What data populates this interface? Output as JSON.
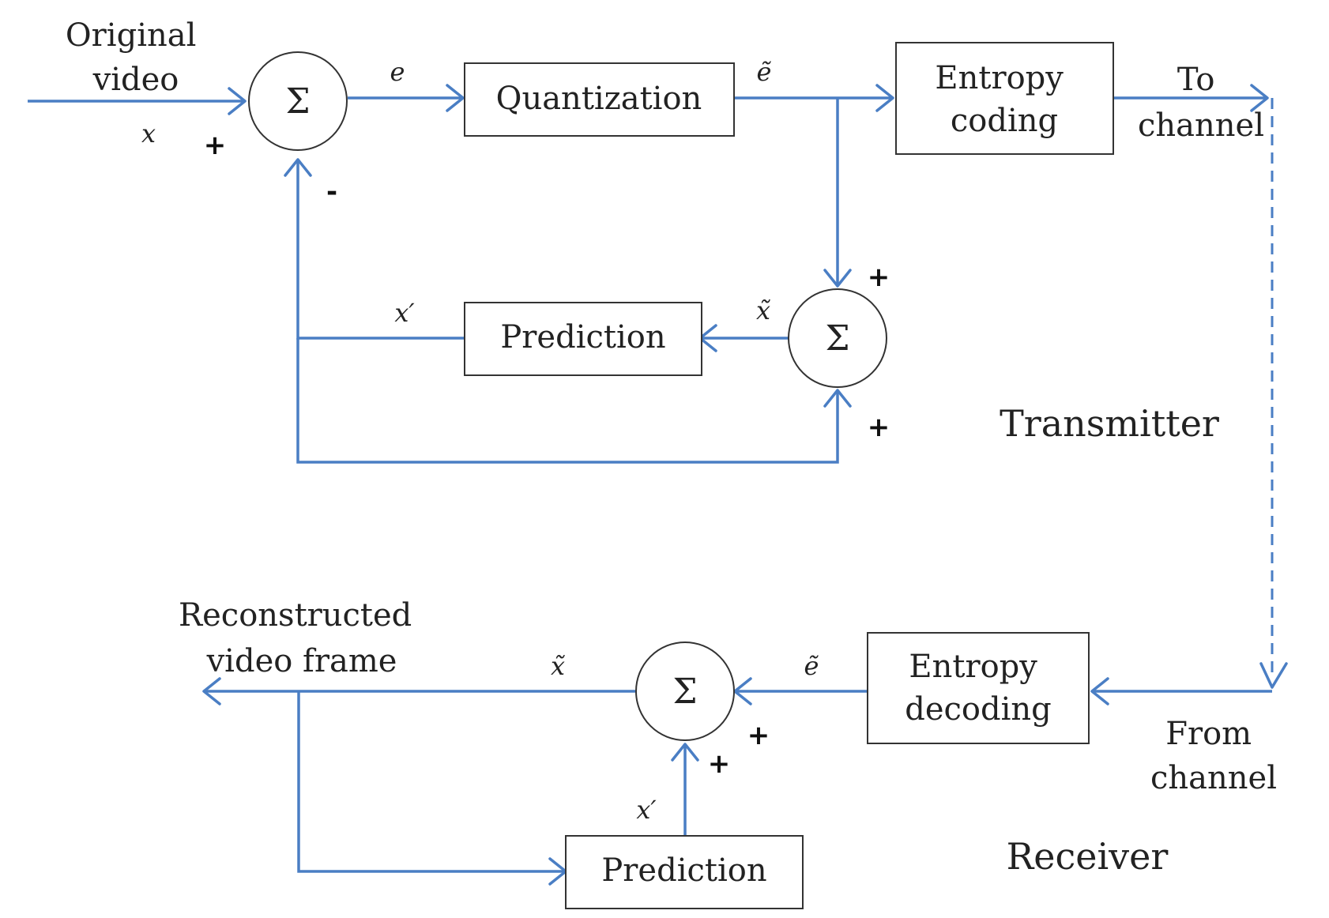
{
  "labels": {
    "original_video": [
      "Original",
      "video"
    ],
    "quantization": "Quantization",
    "entropy_coding": [
      "Entropy",
      "coding"
    ],
    "to_channel": [
      "To",
      "channel"
    ],
    "prediction_tx": "Prediction",
    "transmitter": "Transmitter",
    "reconstructed": [
      "Reconstructed",
      "video frame"
    ],
    "entropy_decoding": [
      "Entropy",
      "decoding"
    ],
    "from_channel": [
      "From",
      "channel"
    ],
    "prediction_rx": "Prediction",
    "receiver": "Receiver"
  },
  "symbols": {
    "sigma": "Σ",
    "x": "x",
    "e": "e",
    "e_tilde": "ẽ",
    "x_prime": "x′",
    "x_tilde": "x̃",
    "plus": "+",
    "minus": "-"
  },
  "colors": {
    "line": "#4a7ec4",
    "box_border": "#333333"
  }
}
